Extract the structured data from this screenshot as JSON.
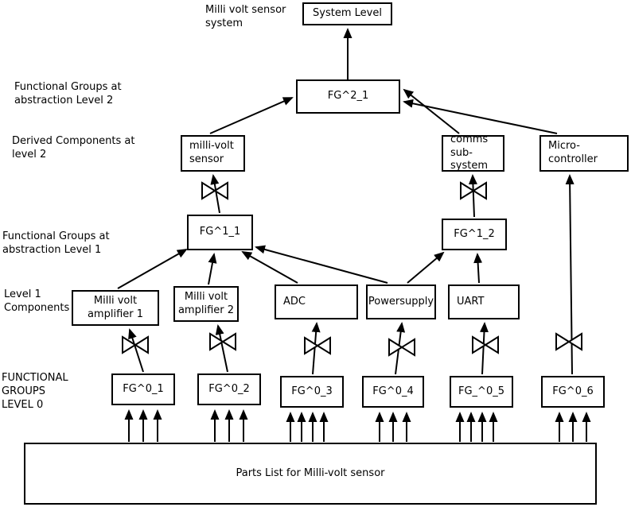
{
  "diagram": {
    "type": "hierarchy-block-diagram",
    "colors": {
      "background": "#ffffff",
      "line": "#000000",
      "text": "#000000"
    },
    "side_labels": {
      "system_caption": "Milli volt sensor\nsystem",
      "level2_groups": "Functional Groups at\nabstraction Level 2",
      "derived_components": "Derived Components at\nlevel 2",
      "level1_groups": "Functional Groups at\nabstraction Level 1",
      "level1_components": "Level 1\nComponents",
      "level0_groups": "FUNCTIONAL\nGROUPS\nLEVEL 0"
    },
    "nodes": {
      "system_level": {
        "label": "System Level"
      },
      "fg2_1": {
        "label": "FG^2_1"
      },
      "milli_volt_sensor": {
        "label": "milli-volt\nsensor"
      },
      "comms_sub_system": {
        "label": "comms\nsub-system"
      },
      "micro_controller": {
        "label": "Micro-\ncontroller"
      },
      "fg1_1": {
        "label": "FG^1_1"
      },
      "fg1_2": {
        "label": "FG^1_2"
      },
      "amp1": {
        "label": "Milli volt\namplifier 1"
      },
      "amp2": {
        "label": "Milli volt\namplifier 2"
      },
      "adc": {
        "label": "ADC"
      },
      "powersupply": {
        "label": "Powersupply"
      },
      "uart": {
        "label": "UART"
      },
      "fg0_1": {
        "label": "FG^0_1"
      },
      "fg0_2": {
        "label": "FG^0_2"
      },
      "fg0_3": {
        "label": "FG^0_3"
      },
      "fg0_4": {
        "label": "FG^0_4"
      },
      "fg0_5": {
        "label": "FG_^0_5"
      },
      "fg0_6": {
        "label": "FG^0_6"
      },
      "parts_list": {
        "label": "Parts List for Milli-volt sensor"
      }
    },
    "edges": [
      {
        "from": "fg2_1",
        "to": "system_level"
      },
      {
        "from": "milli_volt_sensor",
        "to": "fg2_1"
      },
      {
        "from": "comms_sub_system",
        "to": "fg2_1"
      },
      {
        "from": "micro_controller",
        "to": "fg2_1"
      },
      {
        "from": "fg1_1",
        "to": "milli_volt_sensor",
        "via": "bowtie"
      },
      {
        "from": "fg1_2",
        "to": "comms_sub_system",
        "via": "bowtie"
      },
      {
        "from": "amp1",
        "to": "fg1_1"
      },
      {
        "from": "amp2",
        "to": "fg1_1"
      },
      {
        "from": "adc",
        "to": "fg1_1"
      },
      {
        "from": "powersupply",
        "to": "fg1_1"
      },
      {
        "from": "powersupply",
        "to": "fg1_2"
      },
      {
        "from": "uart",
        "to": "fg1_2"
      },
      {
        "from": "fg0_1",
        "to": "amp1",
        "via": "bowtie"
      },
      {
        "from": "fg0_2",
        "to": "amp2",
        "via": "bowtie"
      },
      {
        "from": "fg0_3",
        "to": "adc",
        "via": "bowtie"
      },
      {
        "from": "fg0_4",
        "to": "powersupply",
        "via": "bowtie"
      },
      {
        "from": "fg0_5",
        "to": "uart",
        "via": "bowtie"
      },
      {
        "from": "fg0_6",
        "to": "micro_controller",
        "via": "bowtie"
      },
      {
        "from": "parts_list",
        "to": "fg0_1",
        "arrow_count": 3
      },
      {
        "from": "parts_list",
        "to": "fg0_2",
        "arrow_count": 3
      },
      {
        "from": "parts_list",
        "to": "fg0_3",
        "arrow_count": 4
      },
      {
        "from": "parts_list",
        "to": "fg0_4",
        "arrow_count": 3
      },
      {
        "from": "parts_list",
        "to": "fg0_5",
        "arrow_count": 4
      },
      {
        "from": "parts_list",
        "to": "fg0_6",
        "arrow_count": 3
      }
    ]
  }
}
